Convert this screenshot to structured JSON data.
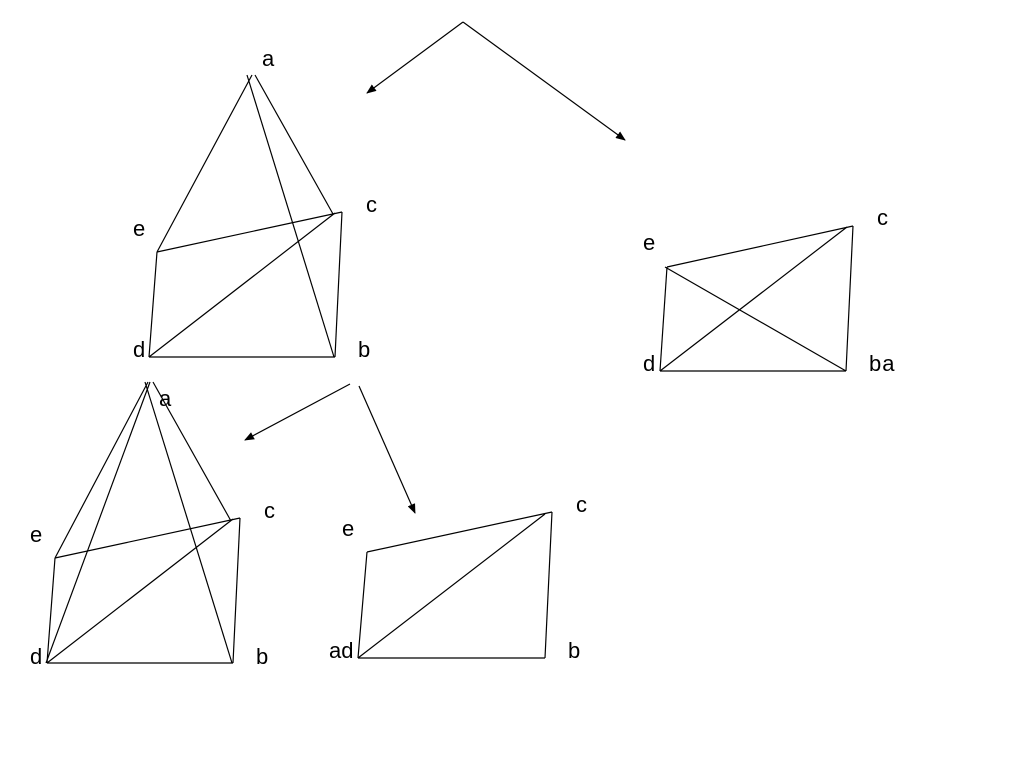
{
  "diagram": {
    "ink_color": "#000000",
    "background_color": "#ffffff",
    "figures": [
      {
        "id": "pyramid-top",
        "labels": {
          "a": "a",
          "b": "b",
          "c": "c",
          "d": "d",
          "e": "e"
        }
      },
      {
        "id": "quad-right",
        "labels": {
          "b": "ba",
          "c": "c",
          "d": "d",
          "e": "e"
        }
      },
      {
        "id": "pyramid-bottom",
        "labels": {
          "a": "a",
          "b": "b",
          "c": "c",
          "d": "d",
          "e": "e"
        }
      },
      {
        "id": "quad-bottom",
        "labels": {
          "b": "b",
          "c": "c",
          "d": "ad",
          "e": "e"
        }
      }
    ]
  }
}
